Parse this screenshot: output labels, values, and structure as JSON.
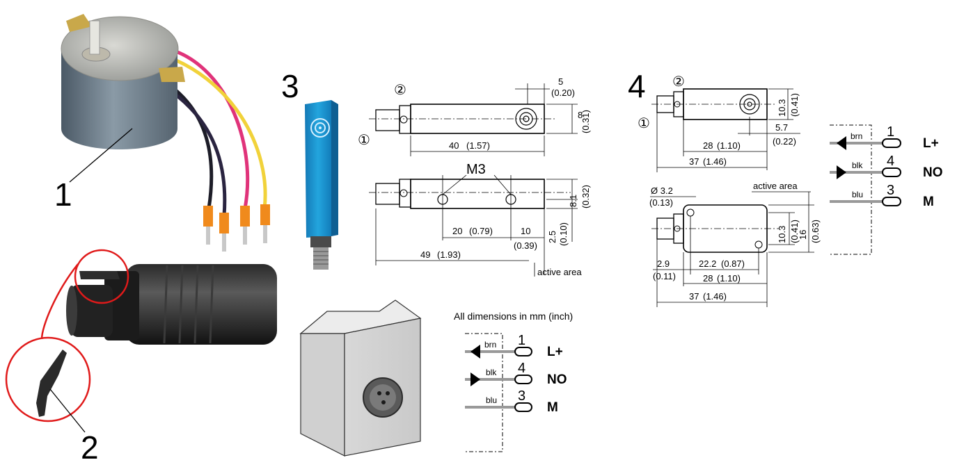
{
  "panels": {
    "p1": "1",
    "p2": "2",
    "p3": "3",
    "p4": "4"
  },
  "drawing3": {
    "circ1": "①",
    "circ2": "②",
    "d5": "5",
    "d5in": "(0.20)",
    "d8": "8",
    "d8in": "(0.31)",
    "d40": "40",
    "d40in": "(1.57)",
    "m3": "M3",
    "d81": "8.1",
    "d81in": "(0.32)",
    "d20": "20",
    "d20in": "(0.79)",
    "d10": "10",
    "d10in": "(0.39)",
    "d25": "2.5",
    "d25in": "(0.10)",
    "d49": "49",
    "d49in": "(1.93)",
    "active": "active area"
  },
  "drawing4": {
    "circ1": "①",
    "circ2": "②",
    "d103": "10.3",
    "d103in": "(0.41)",
    "d57": "5.7",
    "d57in": "(0.22)",
    "d28": "28",
    "d28in": "(1.10)",
    "d37": "37",
    "d37in": "(1.46)",
    "dia": "Ø 3.2",
    "diain": "(0.13)",
    "active": "active area",
    "b103": "10.3",
    "b103in": "(0.41)",
    "d16": "16",
    "d16in": "(0.63)",
    "d29": "2.9",
    "d29in": "(0.11)",
    "d222": "22.2",
    "d222in": "(0.87)",
    "b28": "28",
    "b28in": "(1.10)",
    "b37": "37",
    "b37in": "(1.46)"
  },
  "note": "All dimensions in mm (inch)",
  "wiring_a": {
    "wires": [
      {
        "color": "brn",
        "pin": "1",
        "signal": "L+"
      },
      {
        "color": "blk",
        "pin": "4",
        "signal": "NO"
      },
      {
        "color": "blu",
        "pin": "3",
        "signal": "M"
      }
    ]
  },
  "wiring_b": {
    "wires": [
      {
        "color": "brn",
        "pin": "1",
        "signal": "L+"
      },
      {
        "color": "blk",
        "pin": "4",
        "signal": "NO"
      },
      {
        "color": "blu",
        "pin": "3",
        "signal": "M"
      }
    ]
  },
  "colors": {
    "sensor_blue": "#1e9bd7",
    "motor_gray": "#6f7f8c",
    "ring_red": "#e01a1a",
    "wire_pink": "#e0337a",
    "ferrule_orange": "#f08a1c"
  }
}
